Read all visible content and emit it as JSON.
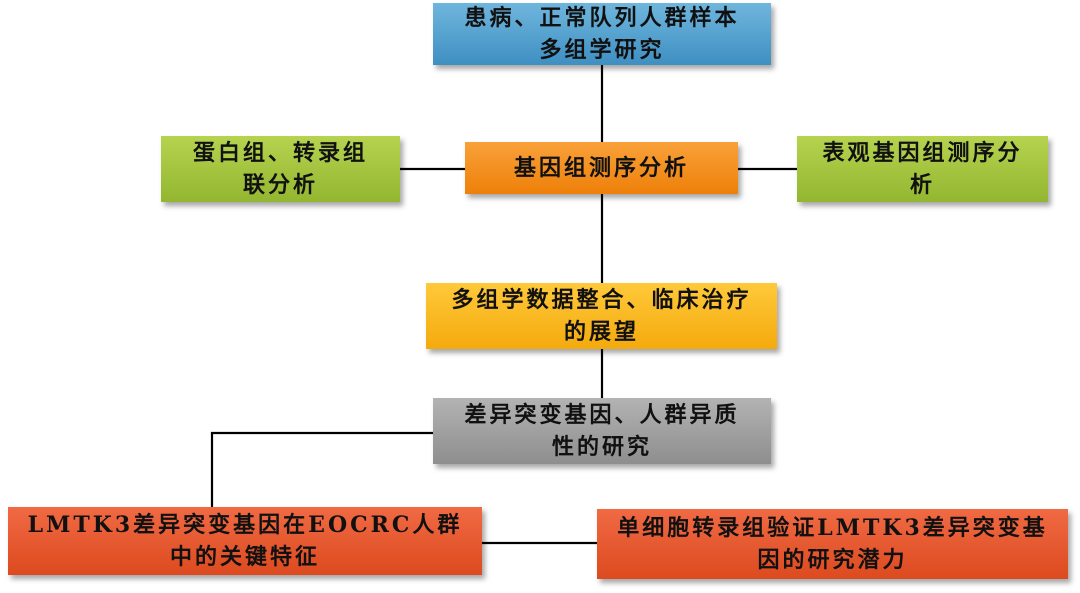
{
  "diagram": {
    "nodes": {
      "cohort": {
        "lines": [
          "患病、正常队列人群样本",
          "多组学研究"
        ]
      },
      "genomic": {
        "lines": [
          "基因组测序分析"
        ]
      },
      "protein": {
        "lines": [
          "蛋白组、转录组",
          "联分析"
        ]
      },
      "epigen": {
        "lines": [
          "表观基因组测序分",
          "析"
        ]
      },
      "integr": {
        "lines": [
          "多组学数据整合、临床治疗",
          "的展望"
        ]
      },
      "diff": {
        "lines": [
          "差异突变基因、人群异质",
          "性的研究"
        ]
      },
      "lmtk_key": {
        "lines": [
          "LMTK3差异突变基因在EOCRC人群",
          "中的关键特征"
        ]
      },
      "scrna": {
        "lines": [
          "单细胞转录组验证LMTK3差异突变基",
          "因的研究潜力"
        ]
      }
    },
    "edges": [
      [
        "cohort",
        "genomic"
      ],
      [
        "genomic",
        "protein"
      ],
      [
        "genomic",
        "epigen"
      ],
      [
        "genomic",
        "integr"
      ],
      [
        "integr",
        "diff"
      ],
      [
        "diff",
        "lmtk_key"
      ],
      [
        "lmtk_key",
        "scrna"
      ]
    ],
    "colors": {
      "cohort": "#4f9fcf",
      "genomic": "#f28c1c",
      "side": "#a3c23b",
      "integr": "#fbb820",
      "diff": "#9e9e9e",
      "bottom": "#e85a2e",
      "connector": "#000000"
    }
  }
}
